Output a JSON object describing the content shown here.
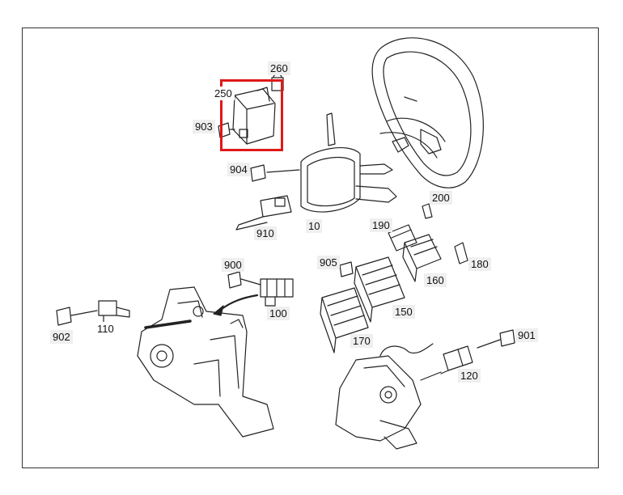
{
  "diagram": {
    "labels": {
      "p260": "260",
      "p250": "250",
      "p903": "903",
      "p904": "904",
      "p10": "10",
      "p910": "910",
      "p200": "200",
      "p190": "190",
      "p180": "180",
      "p905": "905",
      "p160": "160",
      "p150": "150",
      "p170": "170",
      "p900": "900",
      "p100": "100",
      "p902": "902",
      "p110": "110",
      "p901": "901",
      "p120": "120"
    },
    "highlight_color": "#e01818",
    "line_color": "#222222",
    "label_background": "#efefef"
  }
}
